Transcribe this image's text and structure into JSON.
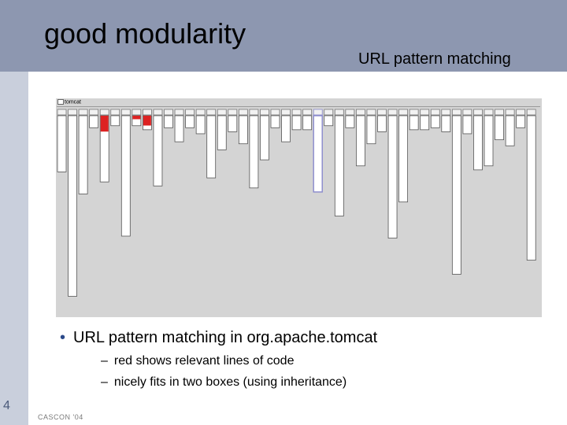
{
  "slide": {
    "title": "good modularity",
    "subtitle": "URL pattern matching",
    "bullet": "URL pattern matching in org.apache.tomcat",
    "subbullets": [
      "red shows relevant lines of code",
      "nicely fits in two boxes (using inheritance)"
    ],
    "slide_number": "4",
    "footer": "CASCON '04"
  },
  "visualization": {
    "label": "tomcat",
    "colors": {
      "background": "#d4d4d4",
      "column": "#ffffff",
      "highlight": "#dd2222",
      "selected": "#8888cc"
    },
    "columns": [
      {
        "len": 0.28
      },
      {
        "len": 0.9
      },
      {
        "len": 0.39
      },
      {
        "len": 0.06
      },
      {
        "len": 0.33,
        "hi": [
          [
            0.0,
            0.24
          ]
        ]
      },
      {
        "len": 0.05
      },
      {
        "len": 0.6
      },
      {
        "len": 0.05,
        "hi": [
          [
            0.0,
            0.35
          ]
        ]
      },
      {
        "len": 0.07,
        "hi": [
          [
            0.0,
            0.7
          ]
        ]
      },
      {
        "len": 0.35
      },
      {
        "len": 0.06
      },
      {
        "len": 0.13
      },
      {
        "len": 0.06
      },
      {
        "len": 0.09
      },
      {
        "len": 0.31
      },
      {
        "len": 0.17
      },
      {
        "len": 0.08
      },
      {
        "len": 0.14
      },
      {
        "len": 0.36
      },
      {
        "len": 0.22
      },
      {
        "len": 0.06
      },
      {
        "len": 0.13
      },
      {
        "len": 0.07
      },
      {
        "len": 0.07
      },
      {
        "len": 0.38,
        "sel": true
      },
      {
        "len": 0.05
      },
      {
        "len": 0.5
      },
      {
        "len": 0.06
      },
      {
        "len": 0.25
      },
      {
        "len": 0.14
      },
      {
        "len": 0.08
      },
      {
        "len": 0.61
      },
      {
        "len": 0.43
      },
      {
        "len": 0.07
      },
      {
        "len": 0.07
      },
      {
        "len": 0.06
      },
      {
        "len": 0.08
      },
      {
        "len": 0.79
      },
      {
        "len": 0.09
      },
      {
        "len": 0.27
      },
      {
        "len": 0.25
      },
      {
        "len": 0.12
      },
      {
        "len": 0.15
      },
      {
        "len": 0.06
      },
      {
        "len": 0.72
      }
    ]
  }
}
